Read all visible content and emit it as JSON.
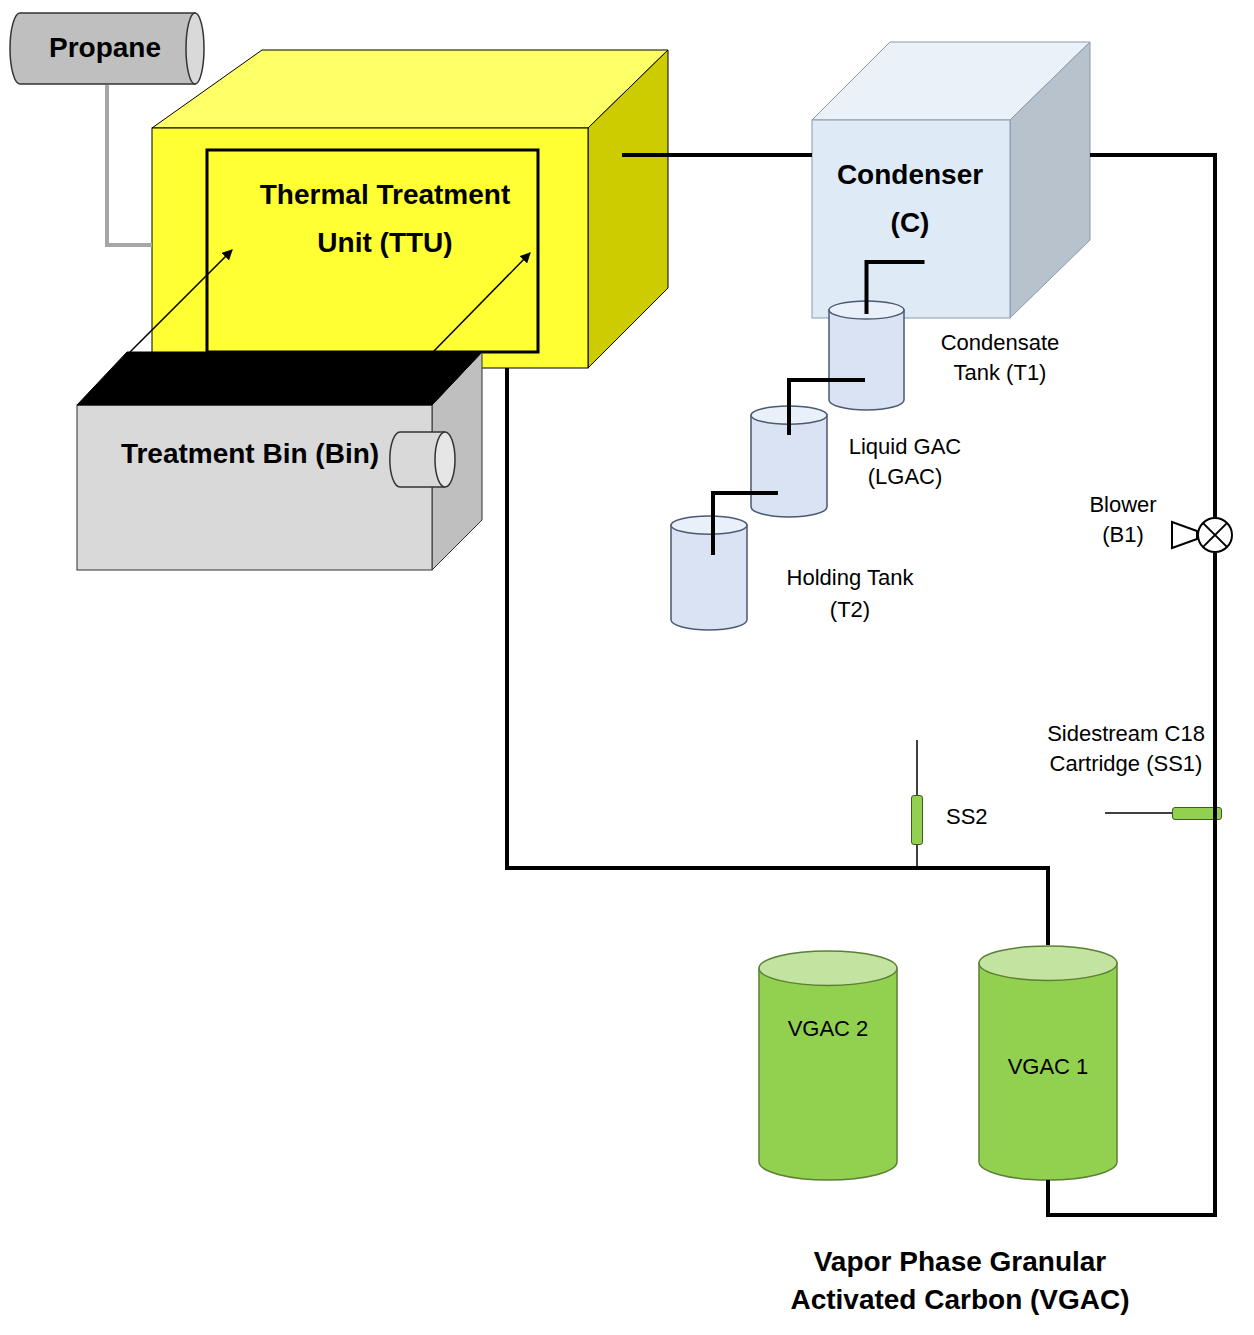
{
  "diagram": {
    "nodes": [
      {
        "text": [
          "Propane"
        ]
      },
      {
        "text": [
          "Thermal Treatment Unit (TTU)"
        ]
      },
      {
        "text": [
          "Treatment Bin (Bin)"
        ]
      },
      {
        "text": [
          "Condenser (C)"
        ]
      },
      {
        "text": [
          "Condensate Tank (T1)"
        ]
      },
      {
        "text": [
          "Liquid GAC (LGAC)"
        ]
      },
      {
        "text": [
          "Holding Tank (T2)"
        ]
      },
      {
        "text": [
          "Blower (B1)"
        ]
      },
      {
        "text": [
          "Sidestream C18 Cartridge (SS1)"
        ]
      },
      {
        "text": [
          "SS2"
        ]
      },
      {
        "text": [
          "VGAC 2"
        ]
      },
      {
        "text": [
          "VGAC 1"
        ]
      }
    ],
    "edges": [
      {
        "from": 0,
        "to": 1,
        "arrow": "none"
      },
      {
        "from": 2,
        "to": 1,
        "arrow": "to"
      },
      {
        "from": 2,
        "to": 1,
        "arrow": "to"
      },
      {
        "from": 1,
        "to": 3,
        "arrow": "none"
      },
      {
        "from": 3,
        "to": 4,
        "arrow": "none"
      },
      {
        "from": 4,
        "to": 5,
        "arrow": "none"
      },
      {
        "from": 5,
        "to": 6,
        "arrow": "none"
      },
      {
        "from": 3,
        "to": 7,
        "arrow": "none"
      },
      {
        "from": 7,
        "to": 11,
        "arrow": "none"
      },
      {
        "from": 11,
        "to": 1,
        "arrow": "none"
      }
    ],
    "labels": [
      "Vapor Phase Granular Activated Carbon (VGAC)"
    ]
  }
}
